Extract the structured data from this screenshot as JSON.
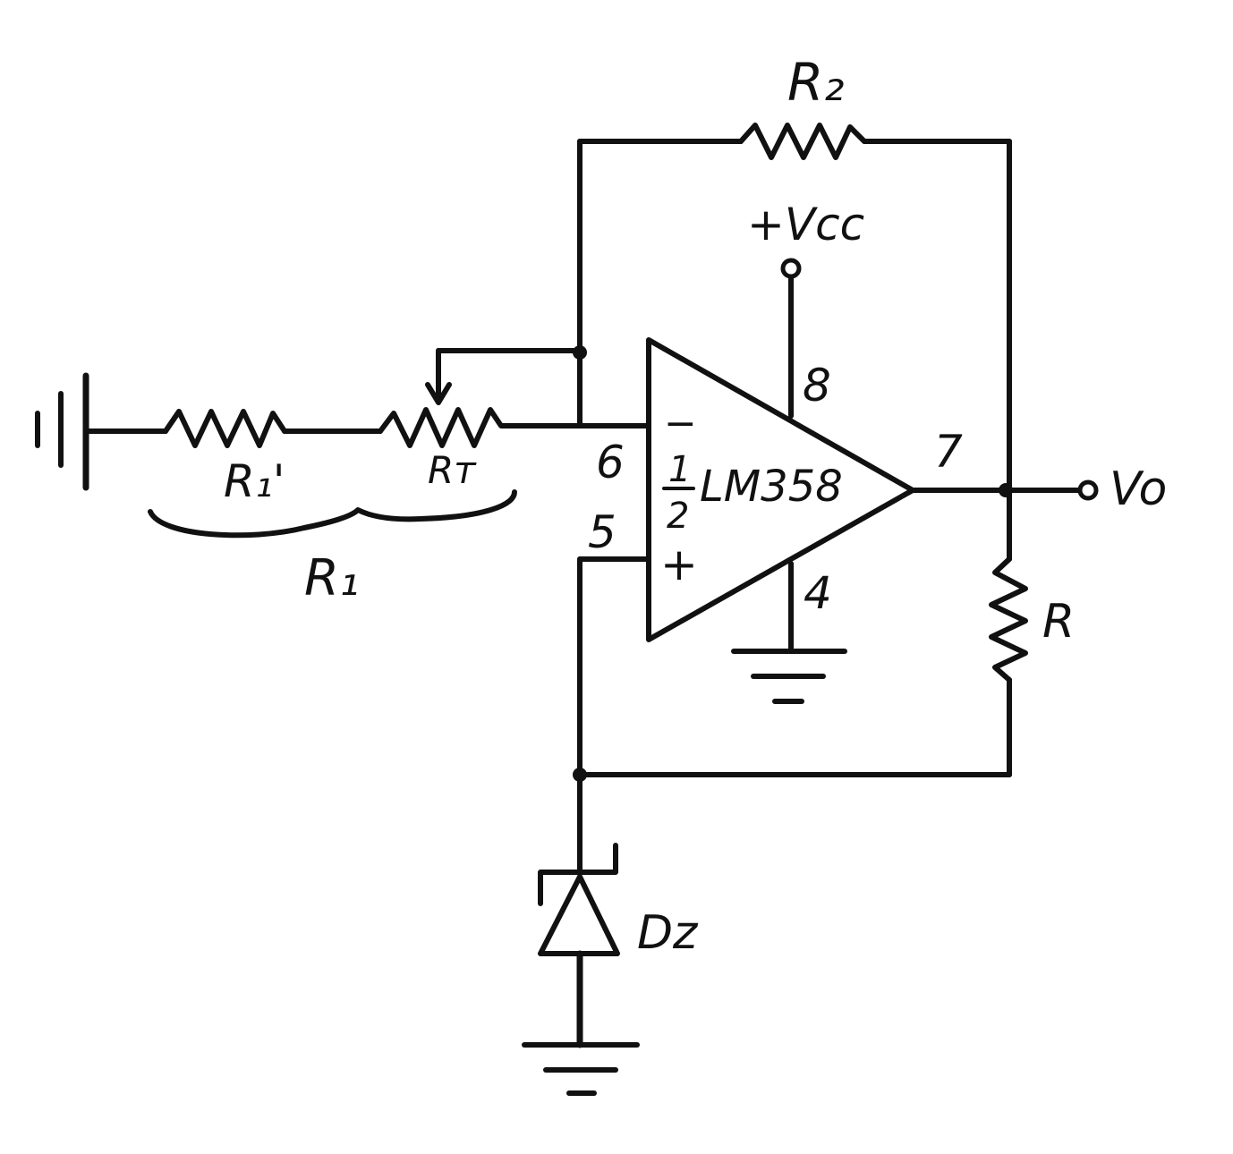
{
  "diagram": {
    "type": "circuit-schematic",
    "ink_color": "#111111",
    "background_color": "#ffffff"
  },
  "labels": {
    "r2": "R₂",
    "vcc": "+Vcc",
    "pin8": "8",
    "pin7": "7",
    "pin6": "6",
    "pin5": "5",
    "pin4": "4",
    "minus": "−",
    "plus": "+",
    "opamp_half_num": "1",
    "opamp_half_den": "2",
    "opamp_name": "LM358",
    "vo": "Vo",
    "r": "R",
    "r1_prime": "R₁'",
    "rt": "Rᴛ",
    "r1": "R₁",
    "dz": "Dz"
  }
}
